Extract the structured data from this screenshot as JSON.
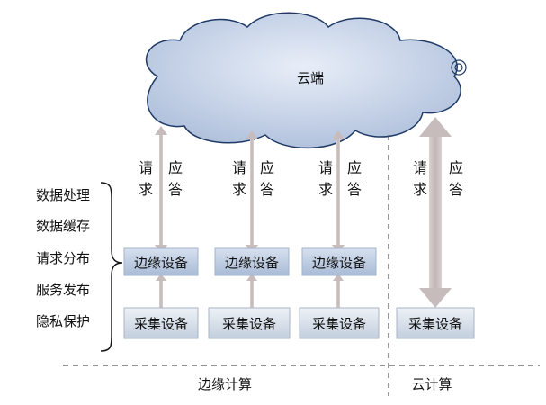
{
  "cloud": {
    "label": "云端"
  },
  "connections": [
    {
      "left": "请求",
      "right": "应答"
    },
    {
      "left": "请求",
      "right": "应答"
    },
    {
      "left": "请求",
      "right": "应答"
    },
    {
      "left": "请求",
      "right": "应答"
    }
  ],
  "edge_devices": [
    {
      "label": "边缘设备"
    },
    {
      "label": "边缘设备"
    },
    {
      "label": "边缘设备"
    }
  ],
  "collect_devices": [
    {
      "label": "采集设备"
    },
    {
      "label": "采集设备"
    },
    {
      "label": "采集设备"
    },
    {
      "label": "采集设备"
    }
  ],
  "edge_functions": [
    "数据处理",
    "数据缓存",
    "请求分布",
    "服务发布",
    "隐私保护"
  ],
  "footer": {
    "edge_computing": "边缘计算",
    "cloud_computing": "云计算"
  },
  "colors": {
    "cloud_fill": "#c9d6ea",
    "cloud_stroke": "#1f3a66",
    "edge_box_fill": "#c4d2e6",
    "collect_box_fill": "#dde4ee",
    "arrow": "#c7bcbc",
    "dashed_line": "#555555"
  }
}
